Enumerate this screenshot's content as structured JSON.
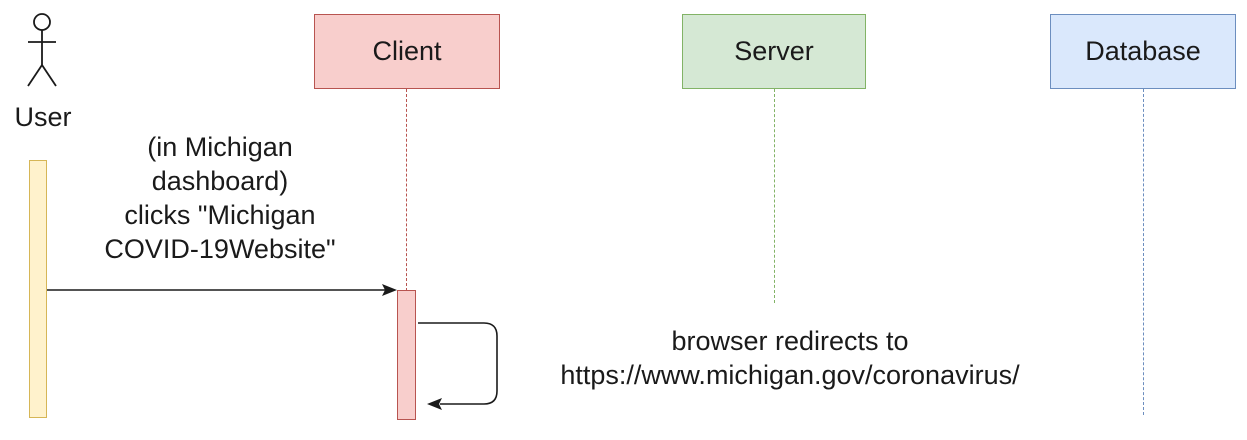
{
  "actor": {
    "label": "User"
  },
  "participants": [
    {
      "id": "client",
      "label": "Client",
      "fill": "#f8cecc",
      "stroke": "#b85450"
    },
    {
      "id": "server",
      "label": "Server",
      "fill": "#d5e8d4",
      "stroke": "#82b366"
    },
    {
      "id": "database",
      "label": "Database",
      "fill": "#dae8fc",
      "stroke": "#6c8ebf"
    }
  ],
  "activation_colors": {
    "user": {
      "fill": "#fff2cc",
      "stroke": "#d6b656"
    },
    "client": {
      "fill": "#f8cecc",
      "stroke": "#b85450"
    }
  },
  "messages": [
    {
      "from": "User",
      "to": "Client",
      "lines": [
        "(in Michigan",
        "dashboard)",
        "clicks \"Michigan",
        "COVID-19Website\""
      ]
    },
    {
      "from": "Client",
      "to": "Client",
      "lines": [
        "browser redirects to",
        "https://www.michigan.gov/coronavirus/"
      ]
    }
  ]
}
